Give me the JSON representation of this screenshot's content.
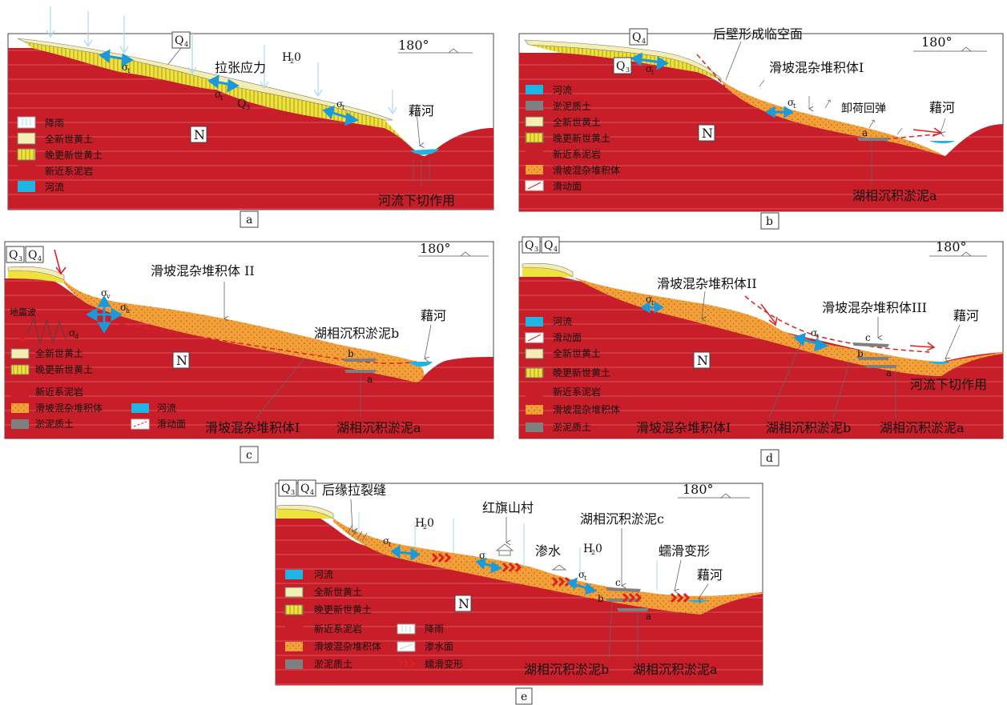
{
  "common": {
    "river": "藉河",
    "n_label": "N",
    "azimuth": "180°",
    "q3": "Q",
    "q4": "Q",
    "q3_sub": "3",
    "q4_sub": "4",
    "sigma": "σ",
    "sub_t": "t",
    "sub_v": "v",
    "sub_h": "h",
    "sub_d": "d",
    "h2o": "H",
    "h2o_sub": "2",
    "h2o_tail": "0",
    "lake_a_mark": "a",
    "lake_b_mark": "b",
    "lake_c_mark": "c"
  },
  "panels": {
    "a": {
      "caption": "a",
      "tension": "拉张应力",
      "downcut": "河流下切作用",
      "legend": [
        "降雨",
        "全新世黄土",
        "晚更新世黄土",
        "新近系泥岩",
        "河流"
      ]
    },
    "b": {
      "caption": "b",
      "backwall": "后壁形成临空面",
      "landslide1": "滑坡混杂堆积体I",
      "unload": "卸荷回弹",
      "lake_a": "湖相沉积淤泥a",
      "legend": [
        "河流",
        "淤泥质土",
        "全新世黄土",
        "晚更新世黄土",
        "新近系泥岩",
        "滑坡混杂堆积体",
        "滑动面"
      ]
    },
    "c": {
      "caption": "c",
      "landslide2": "滑坡混杂堆积体 II",
      "landslide1": "滑坡混杂堆积体I",
      "lake_b": "湖相沉积淤泥b",
      "lake_a": "湖相沉积淤泥a",
      "seismic": "地震波",
      "legend_left": [
        "全新世黄土",
        "晚更新世黄土",
        "新近系泥岩",
        "滑坡混杂堆积体",
        "淤泥质土"
      ],
      "legend_right": [
        "河流",
        "滑动面"
      ]
    },
    "d": {
      "caption": "d",
      "landslide2": "滑坡混杂堆积体II",
      "landslide3": "滑坡混杂堆积体III",
      "landslide1": "滑坡混杂堆积体I",
      "lake_b": "湖相沉积淤泥b",
      "lake_a": "湖相沉积淤泥a",
      "downcut": "河流下切作用",
      "legend": [
        "河流",
        "滑动面",
        "全新世黄土",
        "晚更新世黄土",
        "新近系泥岩",
        "滑坡混杂堆积体",
        "淤泥质土"
      ]
    },
    "e": {
      "caption": "e",
      "crack": "后缘拉裂缝",
      "village": "红旗山村",
      "lake_c": "湖相沉积淤泥c",
      "seepage": "渗水",
      "creep": "蠕滑变形",
      "lake_b": "湖相沉积淤泥b",
      "lake_a": "湖相沉积淤泥a",
      "legend_left": [
        "河流",
        "全新世黄土",
        "晚更新世黄土",
        "新近系泥岩",
        "滑坡混杂堆积体",
        "淤泥质土"
      ],
      "legend_right": [
        "降雨",
        "渗水面",
        "蠕滑变形"
      ]
    }
  },
  "colors": {
    "rock": "#c81e2a",
    "loess": "#f0e23c",
    "holocene": "#f4eeb0",
    "deposit": "#f2a03a",
    "river": "#1fb4e4",
    "silt": "#7f7f7f",
    "slip": "#e02020",
    "stress": "#1a9ad8"
  }
}
